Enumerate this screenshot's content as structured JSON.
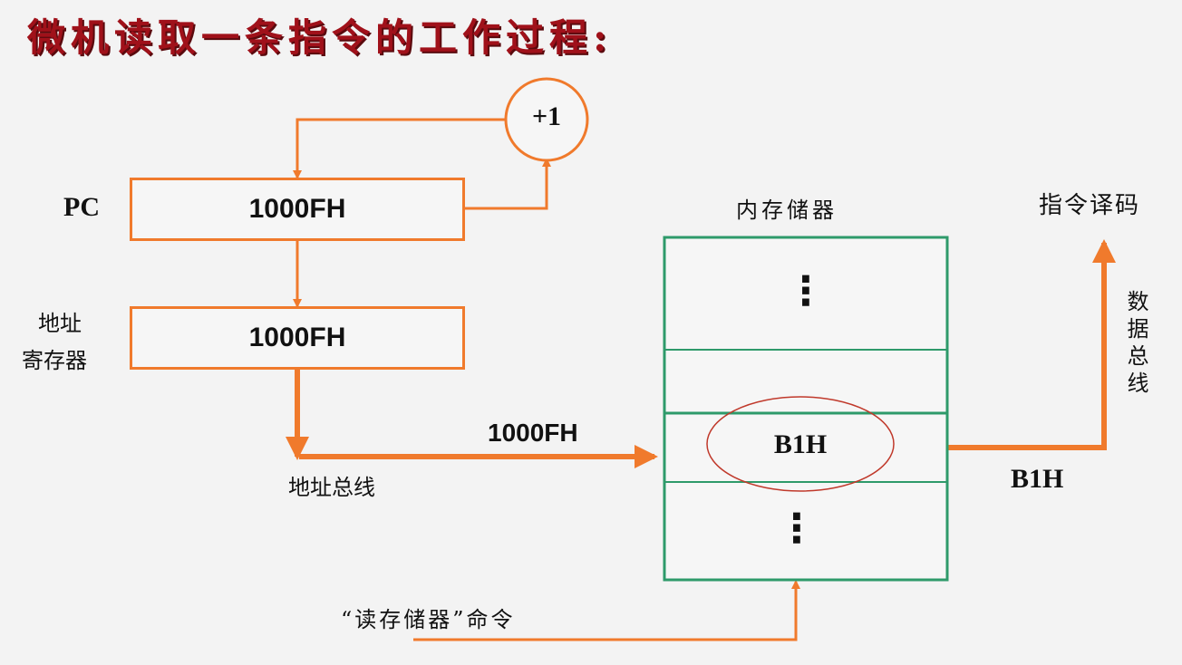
{
  "title": "微机读取一条指令的工作过程:",
  "pc": {
    "label": "PC",
    "value": "1000FH"
  },
  "increment": {
    "label": "+1"
  },
  "address_register": {
    "label_line1": "地址",
    "label_line2": "寄存器",
    "value": "1000FH"
  },
  "address_bus": {
    "label": "地址总线",
    "value": "1000FH"
  },
  "memory": {
    "label": "内存储器",
    "cells": [
      "⋮",
      "",
      "B1H",
      "⋮"
    ],
    "highlight_color": "#c0392b"
  },
  "data_bus": {
    "label": "数据总线",
    "value": "B1H"
  },
  "decode": {
    "label": "指令译码"
  },
  "read_command": {
    "label": "“读存储器”命令"
  },
  "colors": {
    "arrow": "#f07a2c",
    "memory_border": "#2e9a6a",
    "title": "#a0111a"
  }
}
